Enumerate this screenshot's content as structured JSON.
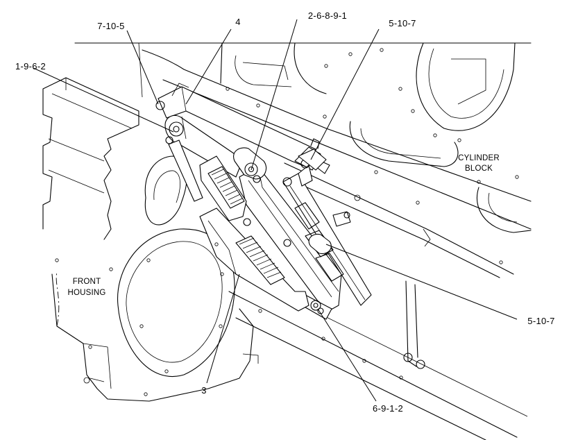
{
  "diagram": {
    "regions": {
      "cylinder_block": [
        "CYLINDER",
        "BLOCK"
      ],
      "front_housing": [
        "FRONT",
        "HOUSING"
      ]
    },
    "callouts": {
      "c1": "7-10-5",
      "c2": "4",
      "c3": "2-6-8-9-1",
      "c4": "5-10-7",
      "c5": "1-9-6-2",
      "c6": "5-10-7",
      "c7": "3",
      "c8": "6-9-1-2"
    }
  }
}
